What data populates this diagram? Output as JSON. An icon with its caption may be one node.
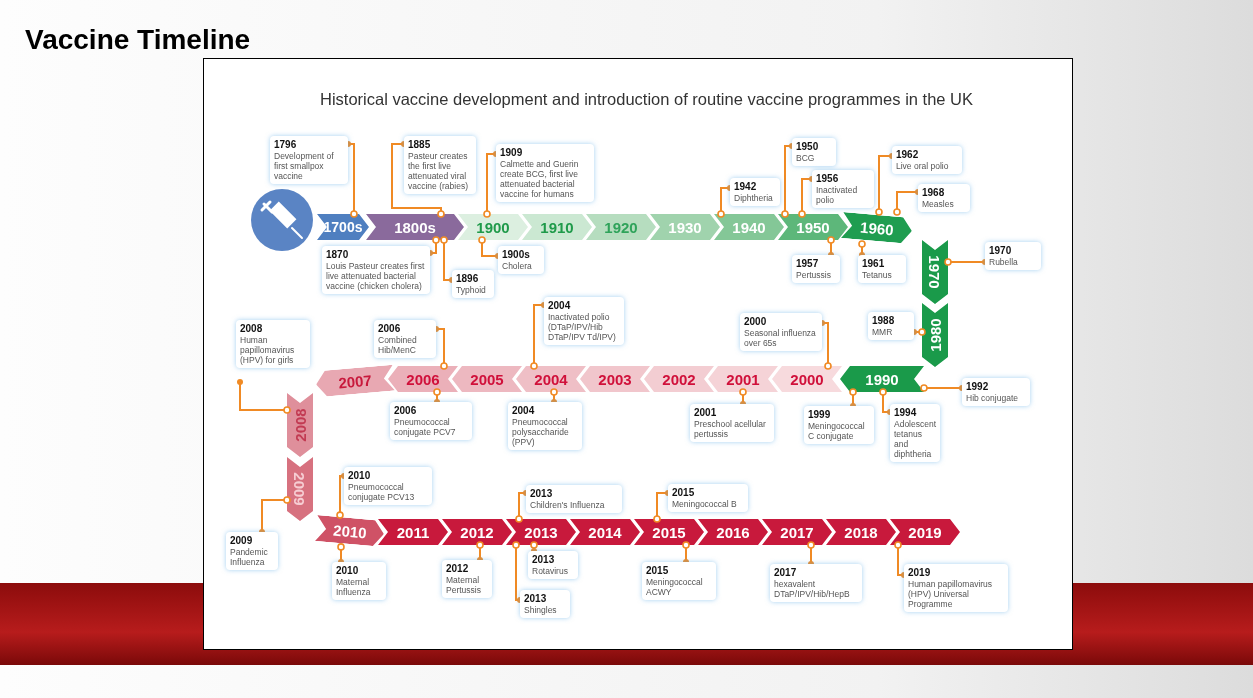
{
  "diagram": {
    "title": "Vaccine Timeline",
    "nodes": [
      {
        "text": [
          "1700s"
        ]
      },
      {
        "text": [
          "1800s"
        ]
      },
      {
        "text": [
          "1900"
        ]
      },
      {
        "text": [
          "1910"
        ]
      },
      {
        "text": [
          "1920"
        ]
      },
      {
        "text": [
          "1930"
        ]
      },
      {
        "text": [
          "1940"
        ]
      },
      {
        "text": [
          "1950"
        ]
      },
      {
        "text": [
          "1960"
        ]
      },
      {
        "text": [
          "1970"
        ]
      },
      {
        "text": [
          "1980"
        ]
      },
      {
        "text": [
          "1990"
        ]
      },
      {
        "text": [
          "2000"
        ]
      },
      {
        "text": [
          "2001"
        ]
      },
      {
        "text": [
          "2002"
        ]
      },
      {
        "text": [
          "2003"
        ]
      },
      {
        "text": [
          "2004"
        ]
      },
      {
        "text": [
          "2005"
        ]
      },
      {
        "text": [
          "2006"
        ]
      },
      {
        "text": [
          "2007"
        ]
      },
      {
        "text": [
          "2008"
        ]
      },
      {
        "text": [
          "2009"
        ]
      },
      {
        "text": [
          "2010"
        ]
      },
      {
        "text": [
          "2011"
        ]
      },
      {
        "text": [
          "2012"
        ]
      },
      {
        "text": [
          "2013"
        ]
      },
      {
        "text": [
          "2014"
        ]
      },
      {
        "text": [
          "2015"
        ]
      },
      {
        "text": [
          "2016"
        ]
      },
      {
        "text": [
          "2017"
        ]
      },
      {
        "text": [
          "2018"
        ]
      },
      {
        "text": [
          "2019"
        ]
      },
      {
        "text": [
          "1796",
          "Development of first smallpox vaccine"
        ]
      },
      {
        "text": [
          "1870",
          "Louis Pasteur creates first live attenuated bacterial vaccine (chicken cholera)"
        ]
      },
      {
        "text": [
          "1885",
          "Pasteur creates the first live attenuated viral vaccine (rabies)"
        ]
      },
      {
        "text": [
          "1896",
          "Typhoid"
        ]
      },
      {
        "text": [
          "1909",
          "Calmette and Guerin create BCG, first live attenuated bacterial vaccine for humans"
        ]
      },
      {
        "text": [
          "1900s",
          "Cholera"
        ]
      },
      {
        "text": [
          "1942",
          "Diphtheria"
        ]
      },
      {
        "text": [
          "1950",
          "BCG"
        ]
      },
      {
        "text": [
          "1956",
          "Inactivated polio"
        ]
      },
      {
        "text": [
          "1957",
          "Pertussis"
        ]
      },
      {
        "text": [
          "1961",
          "Tetanus"
        ]
      },
      {
        "text": [
          "1962",
          "Live oral polio"
        ]
      },
      {
        "text": [
          "1968",
          "Measles"
        ]
      },
      {
        "text": [
          "1970",
          "Rubella"
        ]
      },
      {
        "text": [
          "1988",
          "MMR"
        ]
      },
      {
        "text": [
          "1992",
          "Hib conjugate"
        ]
      },
      {
        "text": [
          "1994",
          "Adolescent tetanus and diphtheria"
        ]
      },
      {
        "text": [
          "1999",
          "Meningococcal C conjugate"
        ]
      },
      {
        "text": [
          "2000",
          "Seasonal influenza over 65s"
        ]
      },
      {
        "text": [
          "2001",
          "Preschool acellular pertussis"
        ]
      },
      {
        "text": [
          "2004",
          "Inactivated polio (DTaP/IPV/Hib DTaP/IPV Td/IPV)"
        ]
      },
      {
        "text": [
          "2004",
          "Pneumococcal polysaccharide (PPV)"
        ]
      },
      {
        "text": [
          "2006",
          "Combined Hib/MenC"
        ]
      },
      {
        "text": [
          "2006",
          "Pneumococcal conjugate PCV7"
        ]
      },
      {
        "text": [
          "2008",
          "Human papillomavirus (HPV) for girls"
        ]
      },
      {
        "text": [
          "2009",
          "Pandemic Influenza"
        ]
      },
      {
        "text": [
          "2010",
          "Pneumococcal conjugate PCV13"
        ]
      },
      {
        "text": [
          "2010",
          "Maternal Influenza"
        ]
      },
      {
        "text": [
          "2012",
          "Maternal Pertussis"
        ]
      },
      {
        "text": [
          "2013",
          "Children's Influenza"
        ]
      },
      {
        "text": [
          "2013",
          "Rotavirus"
        ]
      },
      {
        "text": [
          "2013",
          "Shingles"
        ]
      },
      {
        "text": [
          "2015",
          "Meningococcal B"
        ]
      },
      {
        "text": [
          "2015",
          "Meningococcal ACWY"
        ]
      },
      {
        "text": [
          "2017",
          "hexavalent DTaP/IPV/Hib/HepB"
        ]
      },
      {
        "text": [
          "2019",
          "Human papillomavirus (HPV) Universal Programme"
        ]
      }
    ],
    "edges": [
      {
        "from": 32,
        "to": 0,
        "arrow": "other"
      },
      {
        "from": 33,
        "to": 1,
        "arrow": "other"
      },
      {
        "from": 34,
        "to": 1,
        "arrow": "other"
      },
      {
        "from": 35,
        "to": 1,
        "arrow": "other"
      },
      {
        "from": 36,
        "to": 2,
        "arrow": "other"
      },
      {
        "from": 37,
        "to": 2,
        "arrow": "other"
      },
      {
        "from": 38,
        "to": 6,
        "arrow": "other"
      },
      {
        "from": 39,
        "to": 7,
        "arrow": "other"
      },
      {
        "from": 40,
        "to": 7,
        "arrow": "other"
      },
      {
        "from": 41,
        "to": 7,
        "arrow": "other"
      },
      {
        "from": 42,
        "to": 8,
        "arrow": "other"
      },
      {
        "from": 43,
        "to": 8,
        "arrow": "other"
      },
      {
        "from": 44,
        "to": 8,
        "arrow": "other"
      },
      {
        "from": 45,
        "to": 9,
        "arrow": "other"
      },
      {
        "from": 46,
        "to": 10,
        "arrow": "other"
      },
      {
        "from": 47,
        "to": 11,
        "arrow": "other"
      },
      {
        "from": 48,
        "to": 11,
        "arrow": "other"
      },
      {
        "from": 49,
        "to": 11,
        "arrow": "other"
      },
      {
        "from": 50,
        "to": 12,
        "arrow": "other"
      },
      {
        "from": 51,
        "to": 13,
        "arrow": "other"
      },
      {
        "from": 52,
        "to": 16,
        "arrow": "other"
      },
      {
        "from": 53,
        "to": 16,
        "arrow": "other"
      },
      {
        "from": 54,
        "to": 18,
        "arrow": "other"
      },
      {
        "from": 55,
        "to": 18,
        "arrow": "other"
      },
      {
        "from": 56,
        "to": 20,
        "arrow": "other"
      },
      {
        "from": 57,
        "to": 21,
        "arrow": "other"
      },
      {
        "from": 58,
        "to": 22,
        "arrow": "other"
      },
      {
        "from": 59,
        "to": 22,
        "arrow": "other"
      },
      {
        "from": 60,
        "to": 24,
        "arrow": "other"
      },
      {
        "from": 61,
        "to": 25,
        "arrow": "other"
      },
      {
        "from": 62,
        "to": 25,
        "arrow": "other"
      },
      {
        "from": 63,
        "to": 25,
        "arrow": "other"
      },
      {
        "from": 64,
        "to": 27,
        "arrow": "other"
      },
      {
        "from": 65,
        "to": 27,
        "arrow": "other"
      },
      {
        "from": 66,
        "to": 29,
        "arrow": "other"
      },
      {
        "from": 67,
        "to": 31,
        "arrow": "other"
      }
    ],
    "labels": [
      "Historical vaccine development and introduction of routine vaccine programmes in the UK"
    ]
  }
}
